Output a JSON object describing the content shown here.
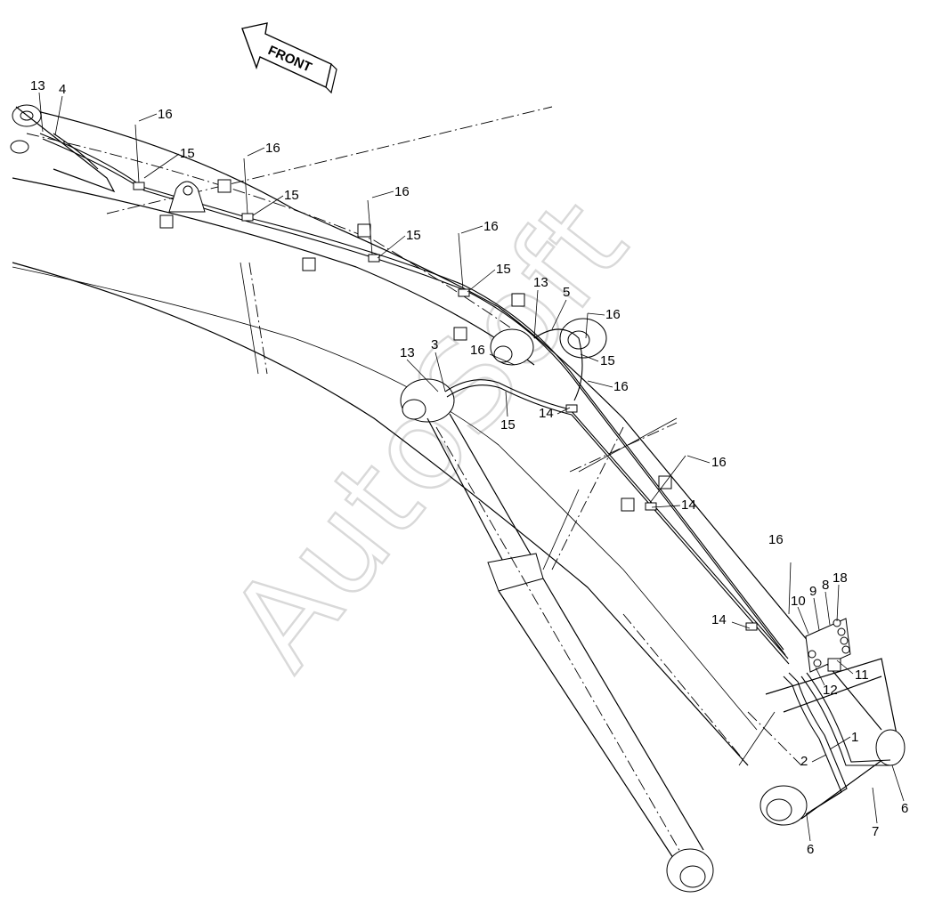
{
  "orientation": {
    "arrow_label": "FRONT"
  },
  "watermark": "AutoSoft",
  "callouts": [
    {
      "id": "c13a",
      "text": "13"
    },
    {
      "id": "c4",
      "text": "4"
    },
    {
      "id": "c16a",
      "text": "16"
    },
    {
      "id": "c16b",
      "text": "16"
    },
    {
      "id": "c15a",
      "text": "15"
    },
    {
      "id": "c15b",
      "text": "15"
    },
    {
      "id": "c16c",
      "text": "16"
    },
    {
      "id": "c15c",
      "text": "15"
    },
    {
      "id": "c16d",
      "text": "16"
    },
    {
      "id": "c15d",
      "text": "15"
    },
    {
      "id": "c13b",
      "text": "13"
    },
    {
      "id": "c5",
      "text": "5"
    },
    {
      "id": "c16e",
      "text": "16"
    },
    {
      "id": "c13c",
      "text": "13"
    },
    {
      "id": "c3",
      "text": "3"
    },
    {
      "id": "c16f",
      "text": "16"
    },
    {
      "id": "c15e",
      "text": "15"
    },
    {
      "id": "c16g",
      "text": "16"
    },
    {
      "id": "c14a",
      "text": "14"
    },
    {
      "id": "c15f",
      "text": "15"
    },
    {
      "id": "c16h",
      "text": "16"
    },
    {
      "id": "c14b",
      "text": "14"
    },
    {
      "id": "c16i",
      "text": "16"
    },
    {
      "id": "c10",
      "text": "10"
    },
    {
      "id": "c9",
      "text": "9"
    },
    {
      "id": "c8",
      "text": "8"
    },
    {
      "id": "c18",
      "text": "18"
    },
    {
      "id": "c14c",
      "text": "14"
    },
    {
      "id": "c11",
      "text": "11"
    },
    {
      "id": "c12",
      "text": "12"
    },
    {
      "id": "c1",
      "text": "1"
    },
    {
      "id": "c2",
      "text": "2"
    },
    {
      "id": "c6a",
      "text": "6"
    },
    {
      "id": "c7",
      "text": "7"
    },
    {
      "id": "c6b",
      "text": "6"
    }
  ]
}
